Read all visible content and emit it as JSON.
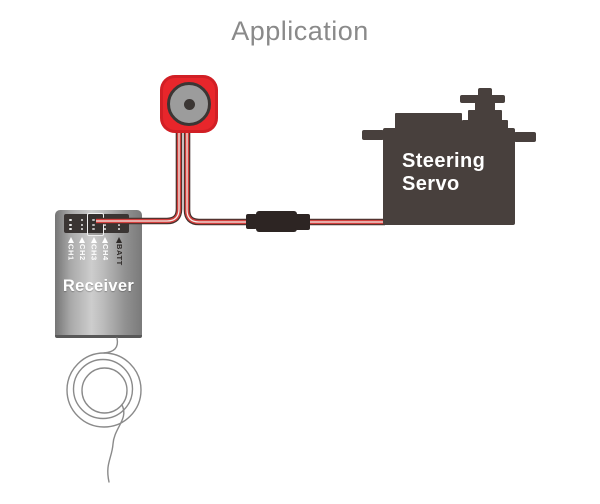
{
  "title": "Application",
  "receiver": {
    "label": "Receiver",
    "channels": [
      "CH1",
      "CH2",
      "CH3",
      "CH4",
      "BATT"
    ]
  },
  "servo": {
    "label_line1": "Steering",
    "label_line2": "Servo"
  },
  "colors": {
    "title-gray": "#8a8a8a",
    "gyro-red": "#e8262b",
    "gyro-circle": "#9c9c9c",
    "gyro-ring": "#3b3634",
    "servo-dark": "#48403d",
    "receiver-strip": "#3a3533",
    "wire-red": "#d4403e",
    "wire-dark": "#42302c",
    "wire-white": "#f3ece8",
    "antenna-gray": "#8a8a8a",
    "connector-black": "#2d2523",
    "label-dark": "#2e2a28"
  }
}
